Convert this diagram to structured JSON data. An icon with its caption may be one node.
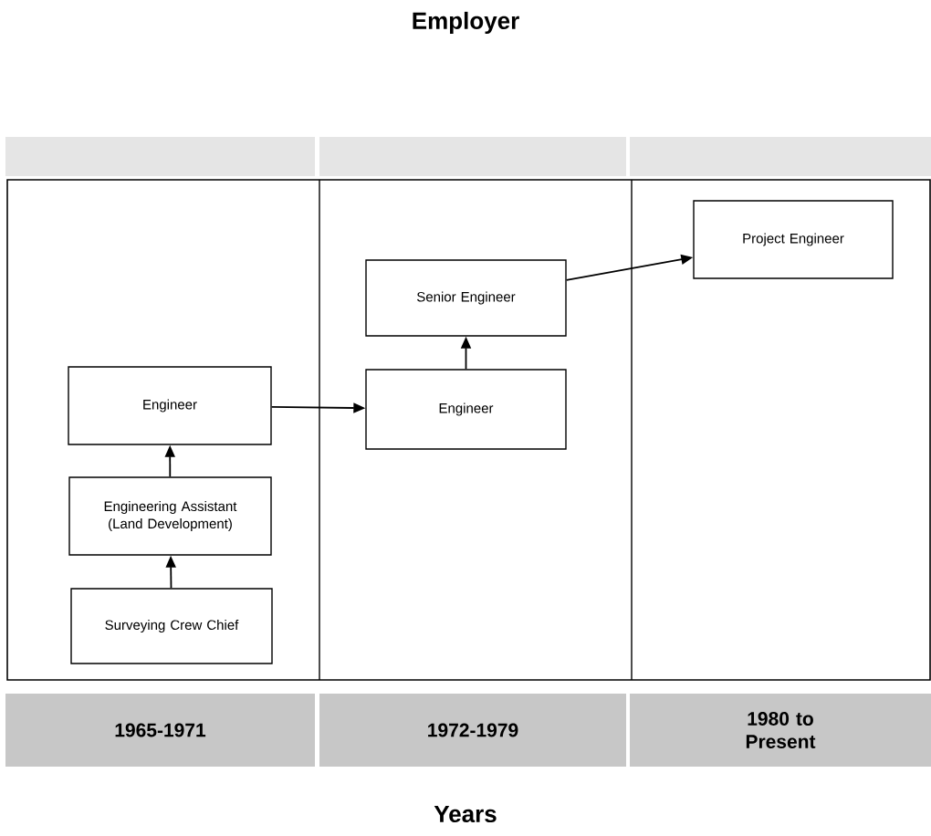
{
  "diagram": {
    "title": "Employer",
    "caption": "Years",
    "nodes": [
      {
        "text": [
          "Engineer"
        ]
      },
      {
        "text": [
          "Engineering Assistant (Land Development)"
        ]
      },
      {
        "text": [
          "Surveying Crew Chief"
        ]
      },
      {
        "text": [
          "Senior Engineer"
        ]
      },
      {
        "text": [
          "Engineer"
        ]
      },
      {
        "text": [
          "Project Engineer"
        ]
      },
      {
        "text": [
          "1965-1971"
        ]
      },
      {
        "text": [
          "1972-1979"
        ]
      },
      {
        "text": [
          "1980 to Present"
        ]
      }
    ],
    "edges": [
      {
        "from": 2,
        "to": 1,
        "arrow": "to"
      },
      {
        "from": 1,
        "to": 0,
        "arrow": "to"
      },
      {
        "from": 0,
        "to": 4,
        "arrow": "to"
      },
      {
        "from": 4,
        "to": 3,
        "arrow": "to"
      },
      {
        "from": 3,
        "to": 5,
        "arrow": "to"
      }
    ]
  }
}
